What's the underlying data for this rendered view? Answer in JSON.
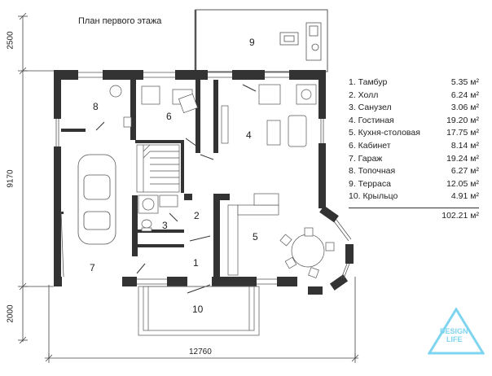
{
  "title": "План первого этажа",
  "rooms": [
    {
      "num": "1",
      "name": "Тамбур",
      "area": "5.35 м²"
    },
    {
      "num": "2",
      "name": "Холл",
      "area": "6.24 м²"
    },
    {
      "num": "3",
      "name": "Санузел",
      "area": "3.06 м²"
    },
    {
      "num": "4",
      "name": "Гостиная",
      "area": "19.20 м²"
    },
    {
      "num": "5",
      "name": "Кухня-столовая",
      "area": "17.75 м²"
    },
    {
      "num": "6",
      "name": "Кабинет",
      "area": "8.14 м²"
    },
    {
      "num": "7",
      "name": "Гараж",
      "area": "19.24 м²"
    },
    {
      "num": "8",
      "name": "Топочная",
      "area": "6.27 м²"
    },
    {
      "num": "9",
      "name": "Терраса",
      "area": "12.05 м²"
    },
    {
      "num": "10",
      "name": "Крыльцо",
      "area": "4.91 м²"
    }
  ],
  "total": "102.21 м²",
  "dimensions": {
    "width": "12760",
    "left_top": "2500",
    "left_middle": "9170",
    "left_bottom": "2000"
  },
  "logo": {
    "line1": "DESIGN",
    "line2": "LIFE",
    "color": "#7fd4ef"
  }
}
